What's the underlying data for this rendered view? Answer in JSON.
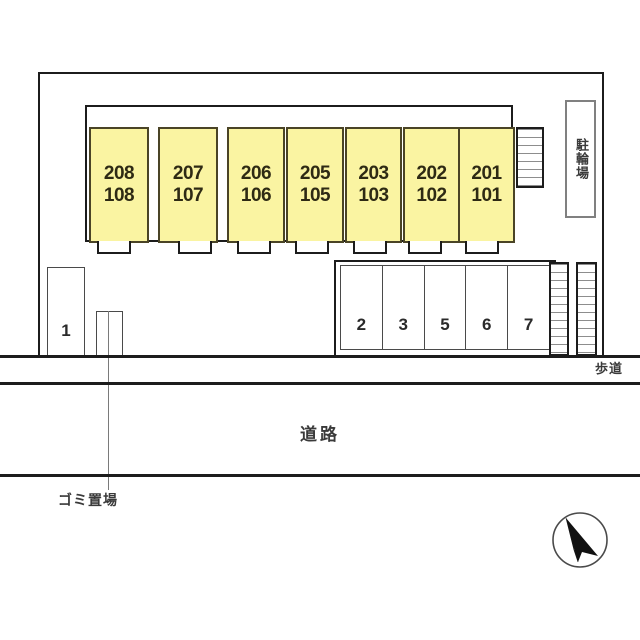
{
  "map": {
    "type": "property-site-plan",
    "colors": {
      "unit_fill": "#faf4a2",
      "unit_stroke": "#4a4426",
      "line": "#1c1c1c",
      "label_text": "#3a3a3a",
      "background": "#ffffff"
    }
  },
  "building": {
    "name": "apartment-building",
    "units": [
      {
        "upper": "208",
        "lower": "108"
      },
      {
        "upper": "207",
        "lower": "107"
      },
      {
        "upper": "206",
        "lower": "106"
      },
      {
        "upper": "205",
        "lower": "105"
      },
      {
        "upper": "203",
        "lower": "103"
      },
      {
        "upper": "202",
        "lower": "102"
      },
      {
        "upper": "201",
        "lower": "101"
      }
    ]
  },
  "bicycle_parking": {
    "label": "駐輪場"
  },
  "parking": {
    "standalone_stall": "1",
    "stalls": [
      "2",
      "3",
      "5",
      "6",
      "7"
    ]
  },
  "trash": {
    "label": "ゴミ置場"
  },
  "road": {
    "label": "道路"
  },
  "sidewalk": {
    "label": "歩道"
  },
  "compass": {
    "name": "north-arrow"
  }
}
